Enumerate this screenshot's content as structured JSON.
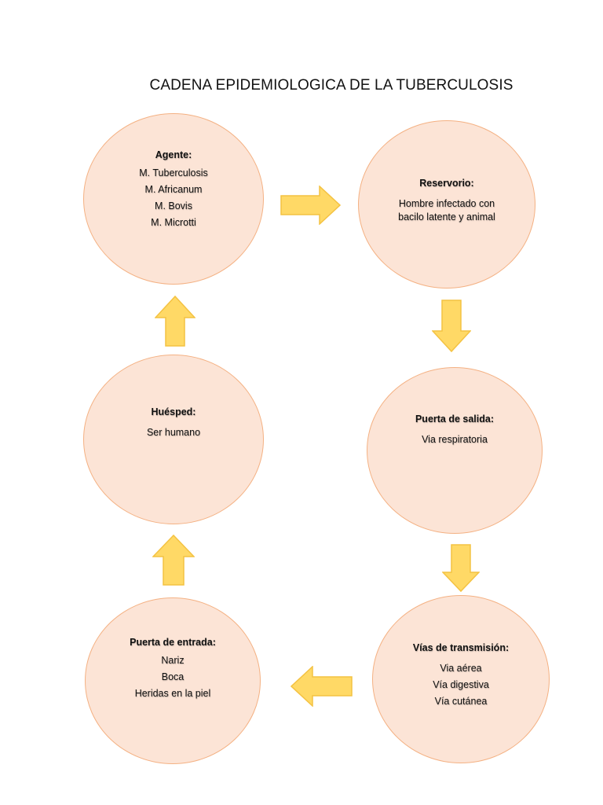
{
  "title": "CADENA EPIDEMIOLOGICA DE LA TUBERCULOSIS",
  "colors": {
    "node_fill": "#fce4d6",
    "node_border": "#f4b183",
    "arrow_fill": "#ffd966",
    "arrow_border": "#f4c242"
  },
  "nodes": {
    "agente": {
      "heading": "Agente:",
      "lines": [
        "M. Tuberculosis",
        "M. Africanum",
        "M. Bovis",
        "M. Microtti"
      ]
    },
    "reservorio": {
      "heading": "Reservorio:",
      "lines": [
        "Hombre infectado con",
        "bacilo latente y animal"
      ]
    },
    "puerta_salida": {
      "heading": "Puerta de salida:",
      "lines": [
        "Via respiratoria"
      ]
    },
    "vias_transmision": {
      "heading": "Vías de transmisión:",
      "lines": [
        "Via aérea",
        "Vía digestiva",
        "Vía cutánea"
      ]
    },
    "puerta_entrada": {
      "heading": "Puerta de entrada:",
      "lines": [
        "Nariz",
        "Boca",
        "Heridas en la piel"
      ]
    },
    "huesped": {
      "heading": "Huésped:",
      "lines": [
        "Ser humano"
      ]
    }
  }
}
